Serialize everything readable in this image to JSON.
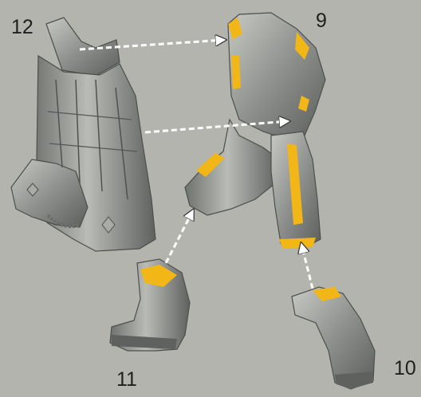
{
  "parts": [
    {
      "id": "cloak-torso",
      "number": "12"
    },
    {
      "id": "body-legs",
      "number": "9"
    },
    {
      "id": "boot-left",
      "number": "11"
    },
    {
      "id": "boot-right",
      "number": "10"
    }
  ],
  "colors": {
    "background": "#b3b4ad",
    "metal": "#8d908c",
    "metal_dark": "#5a5d5a",
    "metal_light": "#c3c5c1",
    "glue_area": "#f2b617",
    "arrow": "#ffffff"
  }
}
